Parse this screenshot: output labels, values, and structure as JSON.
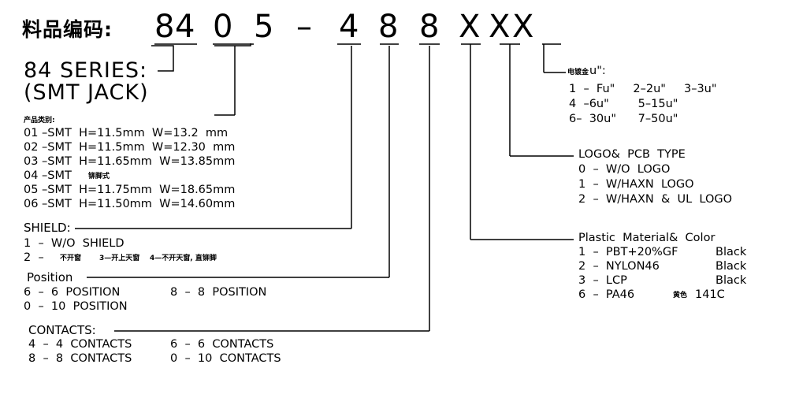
{
  "header_label": "料品编码:",
  "part_number": {
    "chars": [
      "8",
      "4",
      "0",
      "5",
      "–",
      "4",
      "8",
      "8",
      "X",
      "X",
      "X"
    ]
  },
  "series": {
    "line1": "84 SERIES:",
    "line2": "(SMT JACK)"
  },
  "product_type": {
    "title": "产品类别:",
    "rows": [
      "01 –SMT  H=11.5mm  W=13.2  mm",
      "02 –SMT  H=11.5mm  W=12.30  mm",
      "03 –SMT  H=11.65mm  W=13.85mm",
      "04 –SMT",
      "05 –SMT  H=11.75mm  W=18.65mm",
      "06 –SMT  H=11.50mm  W=14.60mm"
    ],
    "row4_note": "铆脚式"
  },
  "shield": {
    "title": "SHIELD:",
    "row1": "1  –  W/O  SHIELD",
    "row2_prefix": "2  –",
    "row2_note": "不开窗",
    "row2_b": "3—开上天窗",
    "row2_c": "4—不开天窗, 直铆脚"
  },
  "position": {
    "title": "Position",
    "row1_a": "6  –  6  POSITION",
    "row1_b": "8  –  8  POSITION",
    "row2": "0  –  10  POSITION"
  },
  "contacts": {
    "title": "CONTACTS:",
    "row1_a": "4  –  4  CONTACTS",
    "row1_b": "6  –  6  CONTACTS",
    "row2_a": "8  –  8  CONTACTS",
    "row2_b": "0  –  10  CONTACTS"
  },
  "plating": {
    "title_cn": "电镀金",
    "title_en": "u\":",
    "row1": "1  –  Fu\"     2–2u\"     3–3u\"",
    "row2": "4  –6u\"        5–15u\"",
    "row3": "6–  30u\"      7–50u\""
  },
  "logo": {
    "title": "LOGO&  PCB  TYPE",
    "row1": "0  –  W/O  LOGO",
    "row2": "1  –  W/HAXN  LOGO",
    "row3": "2  –  W/HAXN  &  UL  LOGO"
  },
  "plastic": {
    "title": "Plastic  Material&  Color",
    "rows": [
      {
        "code": "1  –  PBT+20%GF",
        "color": "Black"
      },
      {
        "code": "2  –  NYLON46",
        "color": "Black"
      },
      {
        "code": "3  –  LCP",
        "color": "Black"
      }
    ],
    "row4_code": "6  –  PA46",
    "row4_cn": "黄色",
    "row4_color": "141C"
  }
}
